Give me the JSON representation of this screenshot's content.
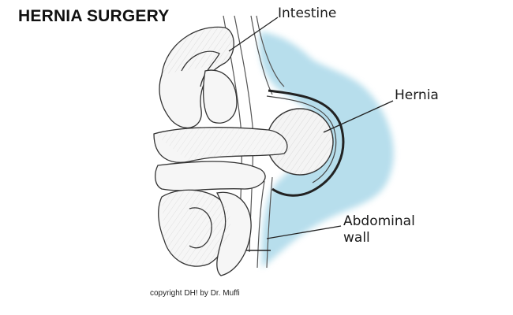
{
  "title": "HERNIA SURGERY",
  "labels": {
    "intestine": "Intestine",
    "hernia": "Hernia",
    "abdominal_wall_line1": "Abdominal",
    "abdominal_wall_line2": "wall"
  },
  "copyright": "copyright DH! by Dr. Muffi",
  "colors": {
    "fluid_blue": "#9fd3e6",
    "ink": "#2a2a2a",
    "background": "#ffffff"
  }
}
